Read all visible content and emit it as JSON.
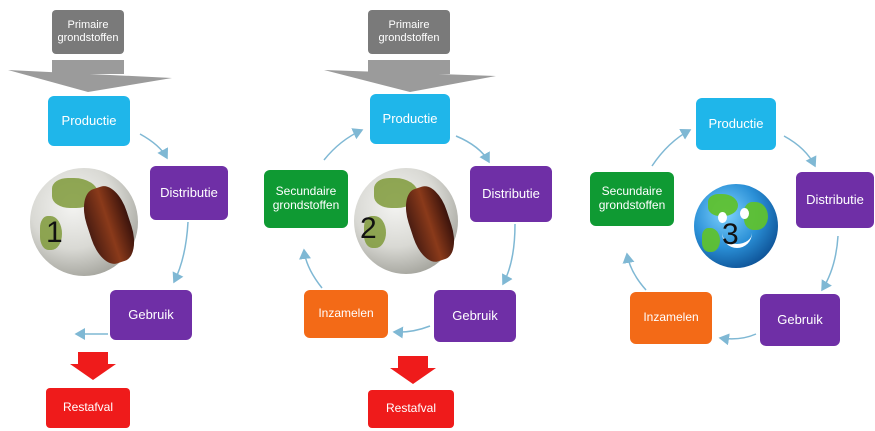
{
  "diagram1": {
    "primary": "Primaire\ngrondstoffen",
    "production": "Productie",
    "distribution": "Distributie",
    "use": "Gebruik",
    "waste": "Restafval",
    "number": "1"
  },
  "diagram2": {
    "primary": "Primaire\ngrondstoffen",
    "production": "Productie",
    "distribution": "Distributie",
    "use": "Gebruik",
    "collect": "Inzamelen",
    "secondary": "Secundaire\ngrondstoffen",
    "waste": "Restafval",
    "number": "2"
  },
  "diagram3": {
    "production": "Productie",
    "distribution": "Distributie",
    "use": "Gebruik",
    "collect": "Inzamelen",
    "secondary": "Secundaire\ngrondstoffen",
    "number": "3"
  },
  "colors": {
    "gray": "#7a7a7a",
    "blue": "#1fb6ea",
    "purple": "#6f2fa6",
    "green": "#0f9a33",
    "orange": "#f36a17",
    "red": "#ef1b1b",
    "arrow": "#7fb8d4"
  }
}
